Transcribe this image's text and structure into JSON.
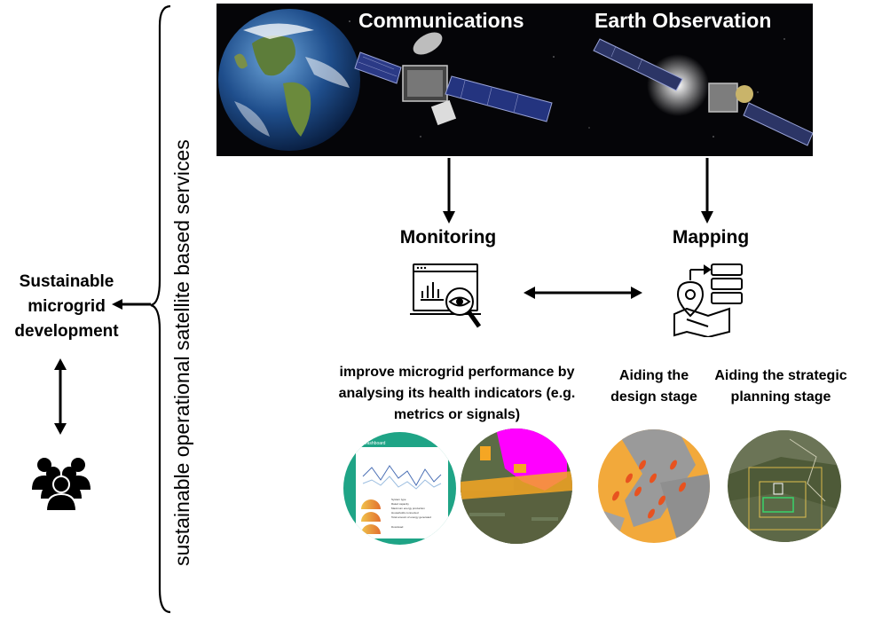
{
  "banner": {
    "communications_title": "Communications",
    "earth_observation_title": "Earth Observation"
  },
  "vertical_label": "sustainable operational satellite based services",
  "left": {
    "microgrid_label": "Sustainable microgrid development",
    "people_icon": "group-of-people-icon"
  },
  "monitoring": {
    "title": "Monitoring",
    "icon": "dashboard-magnifier-eye-icon",
    "caption": "improve microgrid performance by analysing its health indicators (e.g. metrics or signals)"
  },
  "mapping": {
    "title": "Mapping",
    "icon": "map-pin-server-icon",
    "caption_design": "Aiding the design stage",
    "caption_strategic": "Aiding the strategic planning stage"
  },
  "dashboard_thumbnail": {
    "header": "Dashboard",
    "items": [
      "System type",
      "Rated capacity",
      "Maximum energy production",
      "Households connected",
      "Total amount of energy generated"
    ],
    "footer": "Download"
  },
  "colors": {
    "banner_bg": "#050508",
    "arrow": "#000000",
    "teal": "#1fa486",
    "magenta": "#ff00ff",
    "orange": "#f5a623"
  }
}
